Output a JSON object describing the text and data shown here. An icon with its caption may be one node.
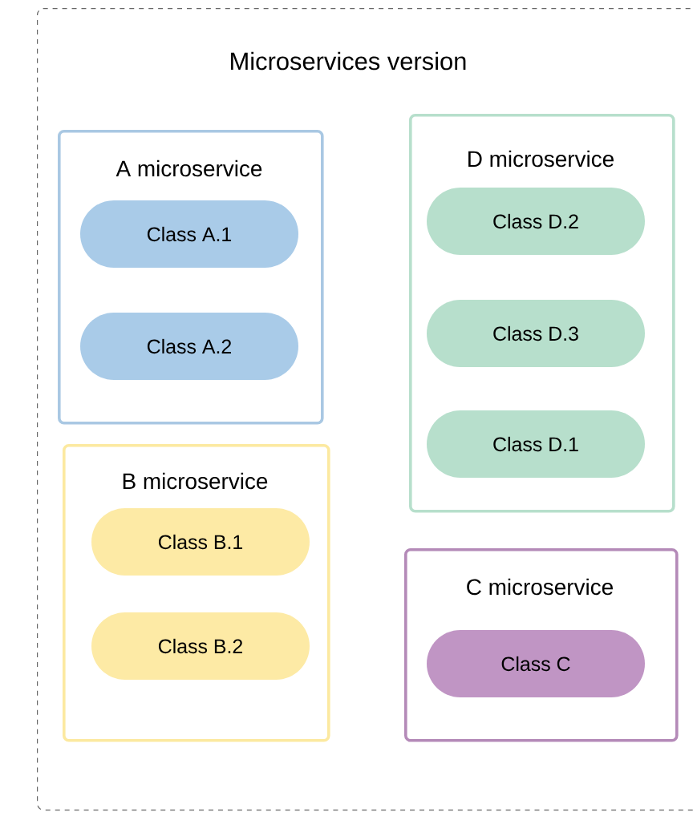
{
  "diagram": {
    "nodes": [
      {
        "text": [
          "Microservices version"
        ]
      },
      {
        "text": [
          "A microservice"
        ],
        "in": 0
      },
      {
        "text": [
          "Class A.1"
        ],
        "in": 1
      },
      {
        "text": [
          "Class A.2"
        ],
        "in": 1
      },
      {
        "text": [
          "D microservice"
        ],
        "in": 0
      },
      {
        "text": [
          "Class D.2"
        ],
        "in": 4
      },
      {
        "text": [
          "Class D.3"
        ],
        "in": 4
      },
      {
        "text": [
          "Class D.1"
        ],
        "in": 4
      },
      {
        "text": [
          "B microservice"
        ],
        "in": 0
      },
      {
        "text": [
          "Class B.1"
        ],
        "in": 8
      },
      {
        "text": [
          "Class B.2"
        ],
        "in": 8
      },
      {
        "text": [
          "C microservice"
        ],
        "in": 0
      },
      {
        "text": [
          "Class C"
        ],
        "in": 11
      }
    ]
  }
}
